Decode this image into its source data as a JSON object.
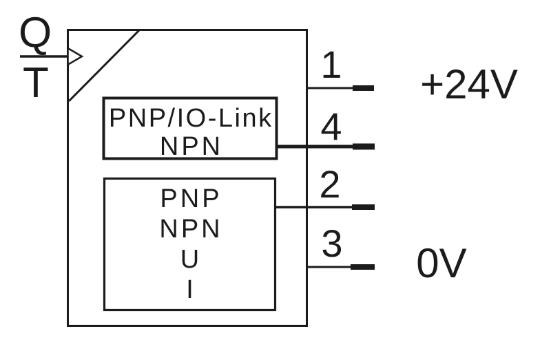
{
  "colors": {
    "line": "#1b1b1b",
    "background": "#ffffff"
  },
  "trigger": {
    "q_label": "Q",
    "t_label": "T"
  },
  "icons": {
    "trigger_arrowhead": "right-open-triangle"
  },
  "blocks": {
    "switching": {
      "line1": "PNP/IO-Link",
      "line2": "NPN"
    },
    "analog": {
      "lines": [
        "PNP",
        "NPN",
        "U",
        "I"
      ]
    }
  },
  "pins": [
    {
      "number": "1",
      "voltage_label": "+24V"
    },
    {
      "number": "4",
      "voltage_label": ""
    },
    {
      "number": "2",
      "voltage_label": ""
    },
    {
      "number": "3",
      "voltage_label": "0V"
    }
  ]
}
